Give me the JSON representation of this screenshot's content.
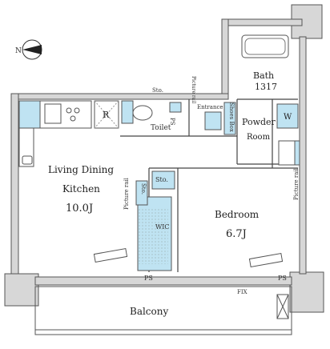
{
  "compass": {
    "letter": "N"
  },
  "rooms": {
    "ldk": {
      "line1": "Living Dining",
      "line2": "Kitchen",
      "area": "10.0J"
    },
    "bedroom": {
      "name": "Bedroom",
      "area": "6.7J"
    },
    "bath": {
      "name": "Bath",
      "size": "1317"
    },
    "powder": {
      "line1": "Powder",
      "line2": "Room"
    },
    "toilet": {
      "name": "Toilet"
    },
    "wic": {
      "name": "WIC"
    },
    "balcony": {
      "name": "Balcony"
    }
  },
  "fixtures": {
    "refrigerator": "R",
    "washer": "W",
    "shoes_box": "Shoes Box",
    "entrance": "Entrance",
    "picture_rail": "Picture rail",
    "ps": "PS",
    "sto": "Sto.",
    "fix": "FIX"
  },
  "colors": {
    "fixture_blue": "#bfe3f2",
    "wall": "#d7d7d7",
    "line": "#444444"
  }
}
